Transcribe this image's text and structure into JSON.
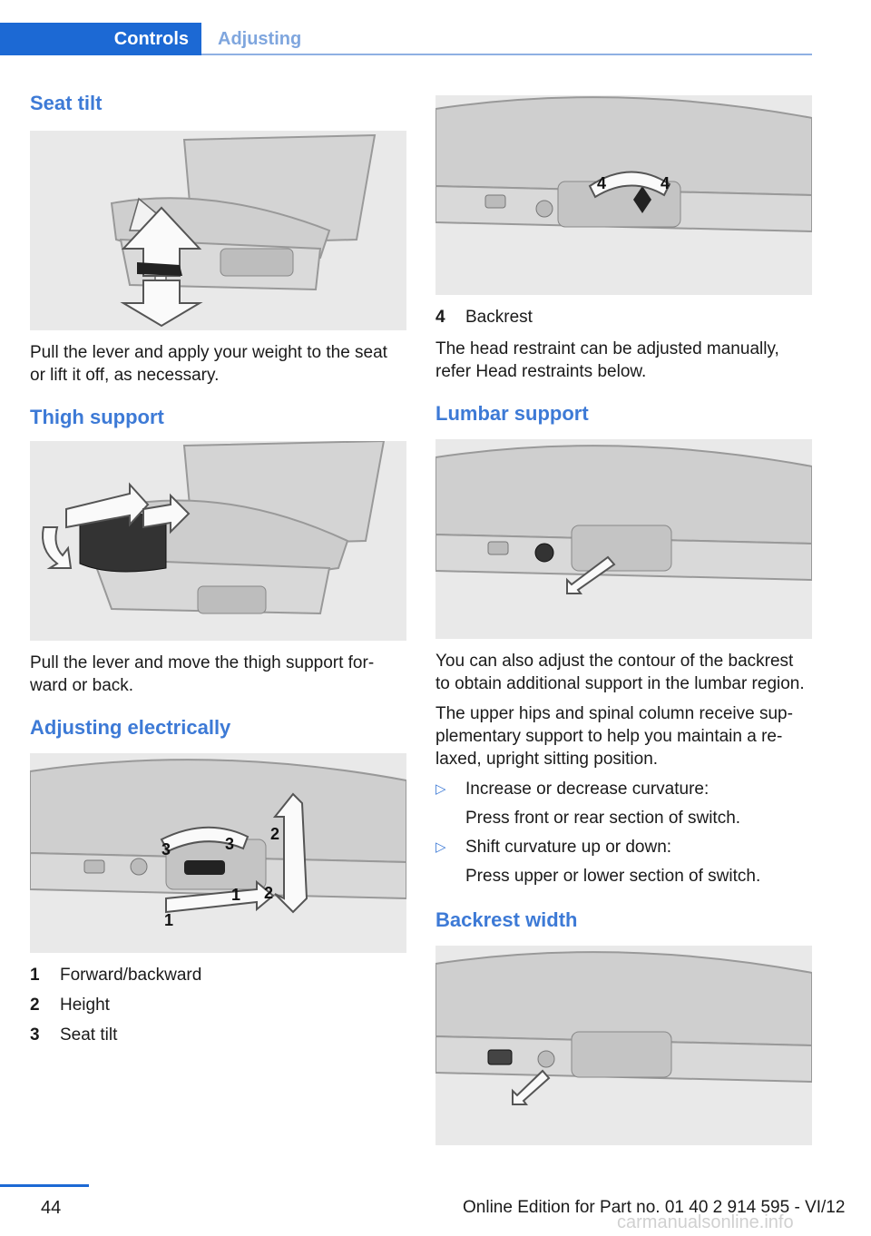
{
  "header": {
    "tab_active": "Controls",
    "tab_inactive": "Adjusting"
  },
  "left": {
    "seat_tilt": {
      "heading": "Seat tilt",
      "text": "Pull the lever and apply your weight to the seat or lift it off, as necessary."
    },
    "thigh_support": {
      "heading": "Thigh support",
      "text": "Pull the lever and move the thigh support for-ward or back."
    },
    "adjusting_electrically": {
      "heading": "Adjusting electrically",
      "legend": [
        {
          "num": "1",
          "label": "Forward/backward"
        },
        {
          "num": "2",
          "label": "Height"
        },
        {
          "num": "3",
          "label": "Seat tilt"
        }
      ],
      "labels": [
        "1",
        "2",
        "3"
      ]
    }
  },
  "right": {
    "backrest": {
      "num": "4",
      "label": "Backrest",
      "fig_label": "4"
    },
    "head_restraint_text": "The head restraint can be adjusted manually, refer Head restraints below.",
    "lumbar": {
      "heading": "Lumbar support",
      "text1": "You can also adjust the contour of the backrest to obtain additional support in the lumbar region.",
      "text2": "The upper hips and spinal column receive sup-plementary support to help you maintain a re-laxed, upright sitting position.",
      "bullets": [
        {
          "title": "Increase or decrease curvature:",
          "sub": "Press front or rear section of switch."
        },
        {
          "title": "Shift curvature up or down:",
          "sub": "Press upper or lower section of switch."
        }
      ],
      "bullet_glyph": "▷"
    },
    "backrest_width": {
      "heading": "Backrest width"
    }
  },
  "footer": {
    "page": "44",
    "edition": "Online Edition for Part no. 01 40 2 914 595 - VI/12",
    "watermark": "carmanualsonline.info"
  }
}
